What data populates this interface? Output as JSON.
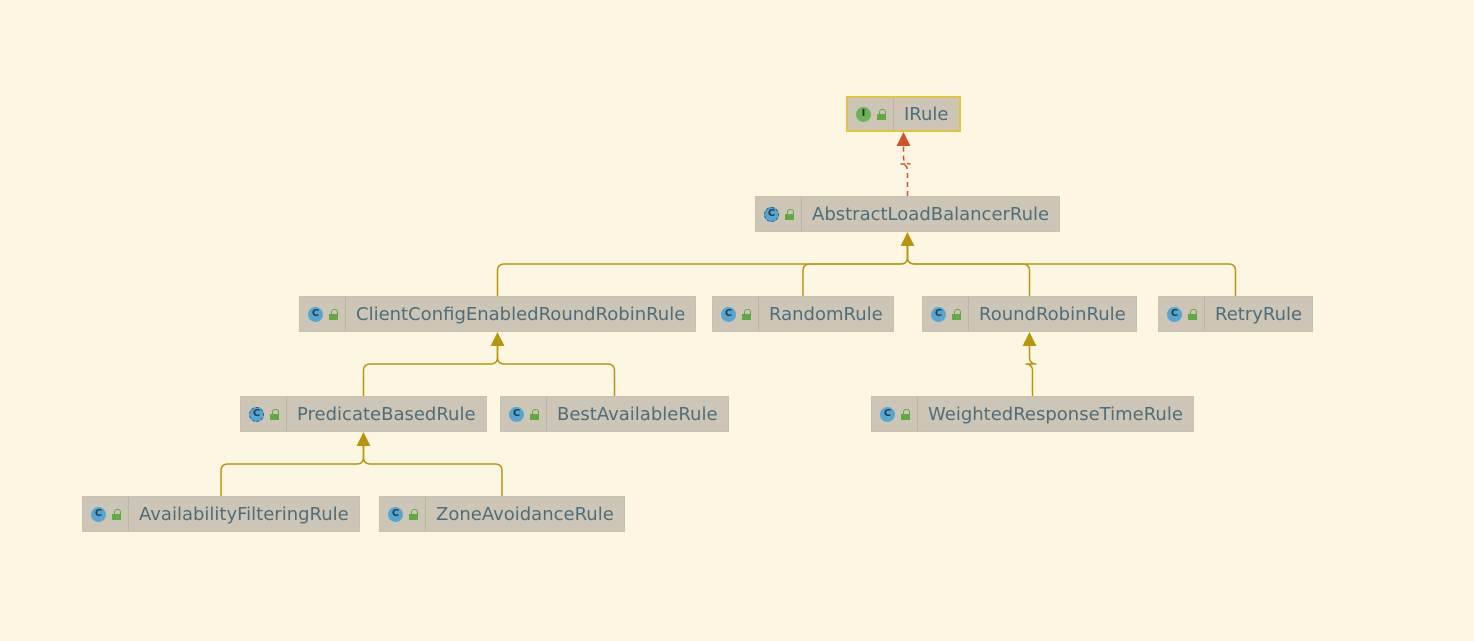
{
  "nodes": [
    {
      "id": "irule",
      "label": "IRule",
      "kind": "interface",
      "kind_letter": "I"
    },
    {
      "id": "abstract",
      "label": "AbstractLoadBalancerRule",
      "kind": "abstract-class",
      "kind_letter": "C"
    },
    {
      "id": "client",
      "label": "ClientConfigEnabledRoundRobinRule",
      "kind": "class",
      "kind_letter": "C"
    },
    {
      "id": "random",
      "label": "RandomRule",
      "kind": "class",
      "kind_letter": "C"
    },
    {
      "id": "roundrobin",
      "label": "RoundRobinRule",
      "kind": "class",
      "kind_letter": "C"
    },
    {
      "id": "retry",
      "label": "RetryRule",
      "kind": "class",
      "kind_letter": "C"
    },
    {
      "id": "predicate",
      "label": "PredicateBasedRule",
      "kind": "abstract-class",
      "kind_letter": "C"
    },
    {
      "id": "bestavail",
      "label": "BestAvailableRule",
      "kind": "class",
      "kind_letter": "C"
    },
    {
      "id": "weighted",
      "label": "WeightedResponseTimeRule",
      "kind": "class",
      "kind_letter": "C"
    },
    {
      "id": "availfilter",
      "label": "AvailabilityFilteringRule",
      "kind": "class",
      "kind_letter": "C"
    },
    {
      "id": "zone",
      "label": "ZoneAvoidanceRule",
      "kind": "class",
      "kind_letter": "C"
    }
  ],
  "edges": [
    {
      "from": "abstract",
      "to": "irule",
      "type": "implements"
    },
    {
      "from": "client",
      "to": "abstract",
      "type": "extends"
    },
    {
      "from": "random",
      "to": "abstract",
      "type": "extends"
    },
    {
      "from": "roundrobin",
      "to": "abstract",
      "type": "extends"
    },
    {
      "from": "retry",
      "to": "abstract",
      "type": "extends"
    },
    {
      "from": "predicate",
      "to": "client",
      "type": "extends"
    },
    {
      "from": "bestavail",
      "to": "client",
      "type": "extends"
    },
    {
      "from": "weighted",
      "to": "roundrobin",
      "type": "extends"
    },
    {
      "from": "availfilter",
      "to": "predicate",
      "type": "extends"
    },
    {
      "from": "zone",
      "to": "predicate",
      "type": "extends"
    }
  ],
  "colors": {
    "background": "#fdf6e3",
    "node_fill": "#cdc5b5",
    "interface_border": "#e2c43a",
    "extends_edge": "#b8960c",
    "implements_edge": "#d2522a",
    "label_text": "#4f6d7a"
  }
}
